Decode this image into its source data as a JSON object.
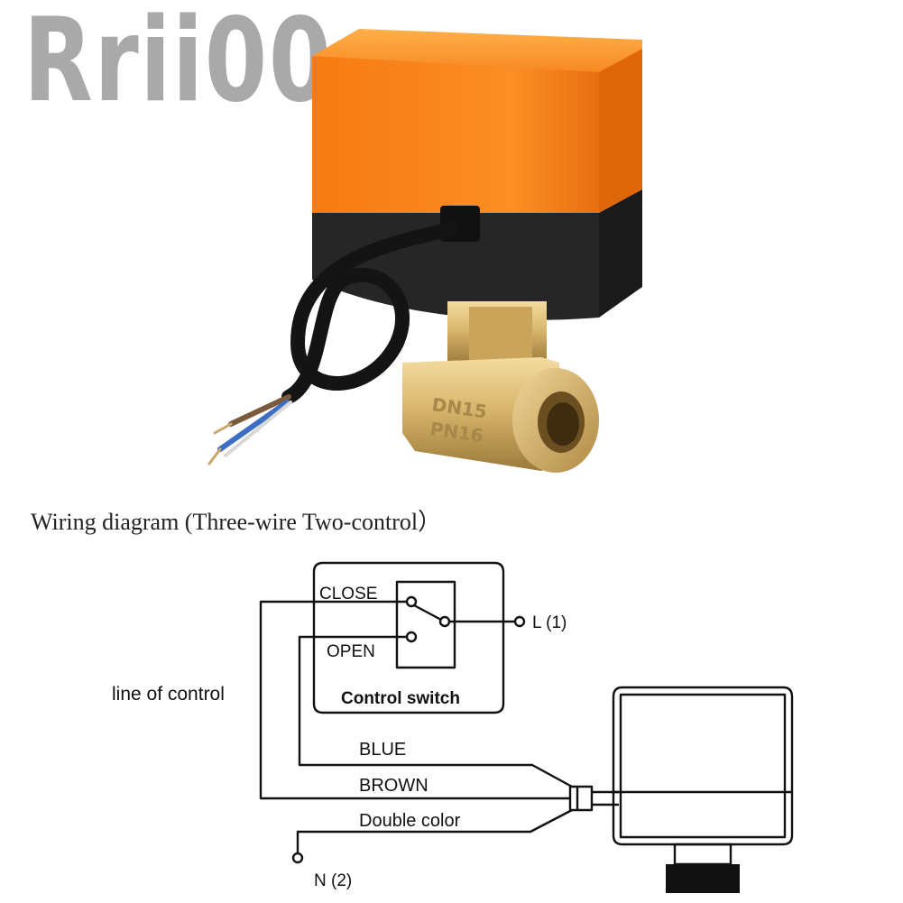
{
  "brand": {
    "watermark": "Rrii00"
  },
  "product": {
    "body_markings": [
      "DN15",
      "PN16"
    ],
    "colors": {
      "actuator": "#f98b1f",
      "actuator_dark": "#262626",
      "brass": "#d6b36a",
      "cable": "#141414"
    }
  },
  "diagram": {
    "caption": "Wiring diagram (Three-wire Two-control）",
    "switch_close": "CLOSE",
    "switch_open": "OPEN",
    "switch_title": "Control switch",
    "terminal_live": "L (1)",
    "terminal_neutral": "N (2)",
    "control_line": "line of control",
    "wire_blue": "BLUE",
    "wire_brown": "BROWN",
    "wire_double": "Double color"
  }
}
